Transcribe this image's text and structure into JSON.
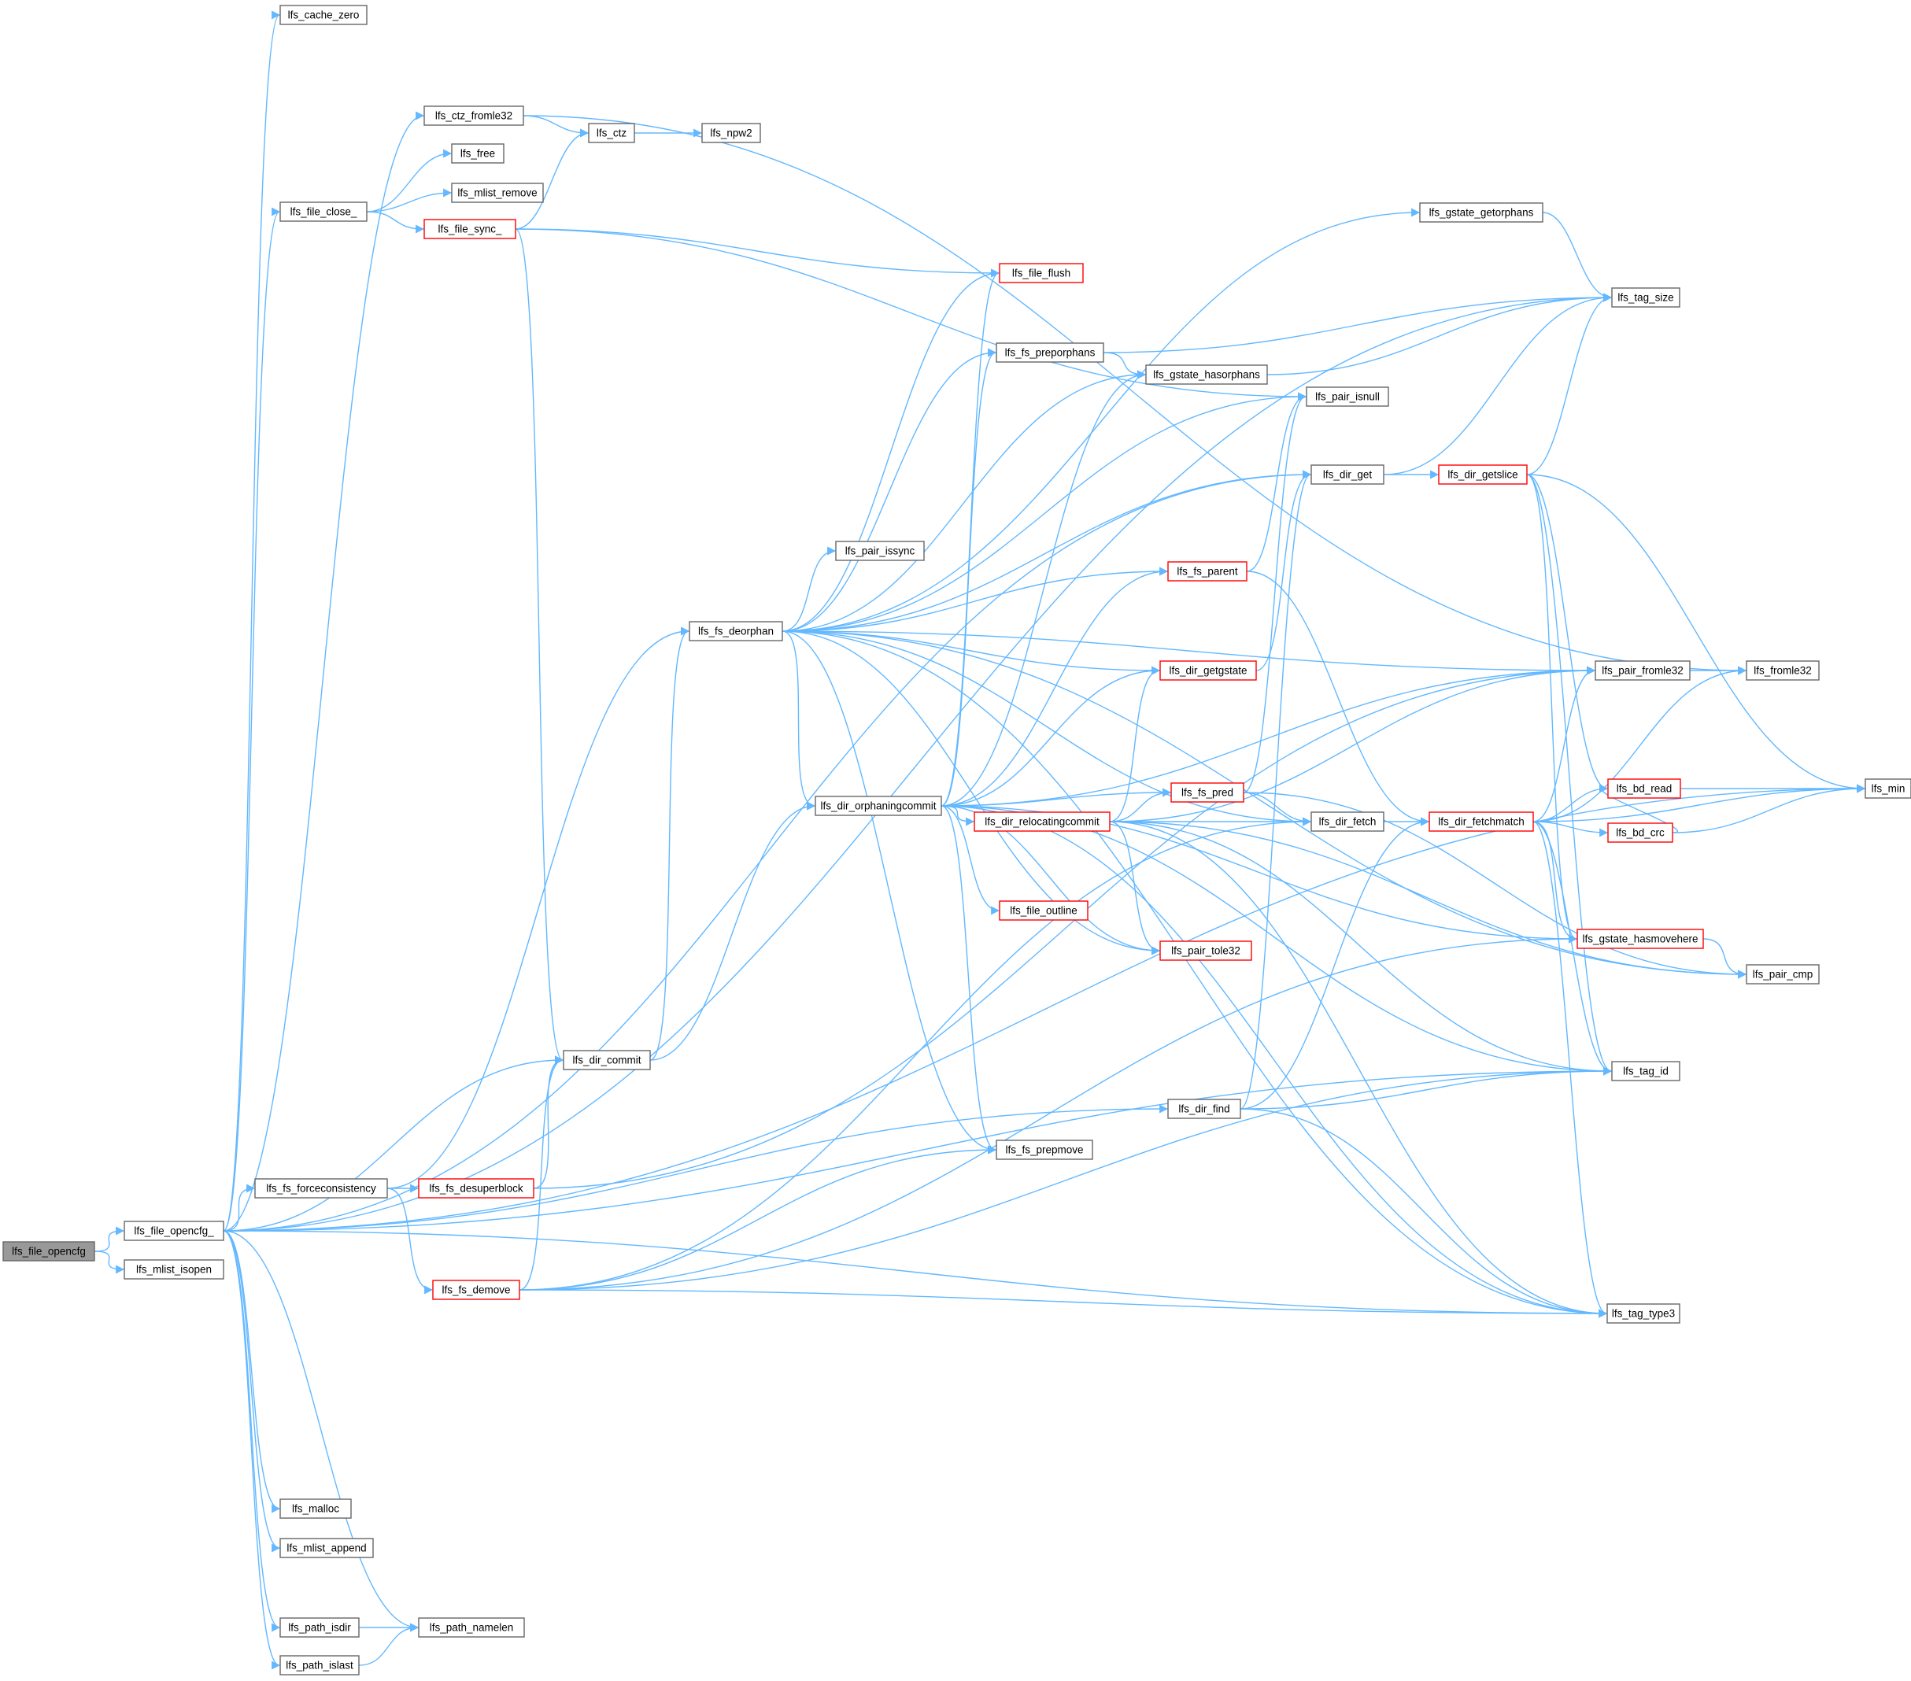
{
  "colors": {
    "edge": "#63b8ff",
    "normal_border": "#666666",
    "truncated_border": "#ff0000",
    "root_fill": "#999999",
    "node_fill": "#ffffff",
    "text": "#000000"
  },
  "nodes": [
    {
      "id": "n_opencfg",
      "label": "lfs_file_opencfg",
      "style": "root"
    },
    {
      "id": "n_opencfg_",
      "label": "lfs_file_opencfg_",
      "style": "normal"
    },
    {
      "id": "n_mlist_isopen",
      "label": "lfs_mlist_isopen",
      "style": "normal"
    },
    {
      "id": "n_cache_zero",
      "label": "lfs_cache_zero",
      "style": "normal"
    },
    {
      "id": "n_ctz_fromle32",
      "label": "lfs_ctz_fromle32",
      "style": "normal"
    },
    {
      "id": "n_ctz",
      "label": "lfs_ctz",
      "style": "normal"
    },
    {
      "id": "n_npw2",
      "label": "lfs_npw2",
      "style": "normal"
    },
    {
      "id": "n_free",
      "label": "lfs_free",
      "style": "normal"
    },
    {
      "id": "n_file_close_",
      "label": "lfs_file_close_",
      "style": "normal"
    },
    {
      "id": "n_mlist_remove",
      "label": "lfs_mlist_remove",
      "style": "normal"
    },
    {
      "id": "n_file_sync_",
      "label": "lfs_file_sync_",
      "style": "truncated"
    },
    {
      "id": "n_gstate_getorphans",
      "label": "lfs_gstate_getorphans",
      "style": "normal"
    },
    {
      "id": "n_file_flush",
      "label": "lfs_file_flush",
      "style": "truncated"
    },
    {
      "id": "n_tag_size",
      "label": "lfs_tag_size",
      "style": "normal"
    },
    {
      "id": "n_fs_preporphans",
      "label": "lfs_fs_preporphans",
      "style": "normal"
    },
    {
      "id": "n_gstate_hasorphans",
      "label": "lfs_gstate_hasorphans",
      "style": "normal"
    },
    {
      "id": "n_pair_isnull",
      "label": "lfs_pair_isnull",
      "style": "normal"
    },
    {
      "id": "n_dir_get",
      "label": "lfs_dir_get",
      "style": "normal"
    },
    {
      "id": "n_dir_getslice",
      "label": "lfs_dir_getslice",
      "style": "truncated"
    },
    {
      "id": "n_pair_issync",
      "label": "lfs_pair_issync",
      "style": "normal"
    },
    {
      "id": "n_fs_parent",
      "label": "lfs_fs_parent",
      "style": "truncated"
    },
    {
      "id": "n_fs_deorphan",
      "label": "lfs_fs_deorphan",
      "style": "normal"
    },
    {
      "id": "n_dir_getgstate",
      "label": "lfs_dir_getgstate",
      "style": "truncated"
    },
    {
      "id": "n_pair_fromle32",
      "label": "lfs_pair_fromle32",
      "style": "normal"
    },
    {
      "id": "n_fromle32",
      "label": "lfs_fromle32",
      "style": "normal"
    },
    {
      "id": "n_dir_orphaningcommit",
      "label": "lfs_dir_orphaningcommit",
      "style": "normal"
    },
    {
      "id": "n_fs_pred",
      "label": "lfs_fs_pred",
      "style": "truncated"
    },
    {
      "id": "n_dir_relocatingcommit",
      "label": "lfs_dir_relocatingcommit",
      "style": "truncated"
    },
    {
      "id": "n_dir_fetch",
      "label": "lfs_dir_fetch",
      "style": "normal"
    },
    {
      "id": "n_dir_fetchmatch",
      "label": "lfs_dir_fetchmatch",
      "style": "truncated"
    },
    {
      "id": "n_bd_read",
      "label": "lfs_bd_read",
      "style": "truncated"
    },
    {
      "id": "n_min",
      "label": "lfs_min",
      "style": "normal"
    },
    {
      "id": "n_bd_crc",
      "label": "lfs_bd_crc",
      "style": "truncated"
    },
    {
      "id": "n_file_outline",
      "label": "lfs_file_outline",
      "style": "truncated"
    },
    {
      "id": "n_gstate_hasmovehere",
      "label": "lfs_gstate_hasmovehere",
      "style": "truncated"
    },
    {
      "id": "n_pair_tole32",
      "label": "lfs_pair_tole32",
      "style": "truncated"
    },
    {
      "id": "n_pair_cmp",
      "label": "lfs_pair_cmp",
      "style": "normal"
    },
    {
      "id": "n_dir_commit",
      "label": "lfs_dir_commit",
      "style": "normal"
    },
    {
      "id": "n_tag_id",
      "label": "lfs_tag_id",
      "style": "normal"
    },
    {
      "id": "n_dir_find",
      "label": "lfs_dir_find",
      "style": "normal"
    },
    {
      "id": "n_fs_prepmove",
      "label": "lfs_fs_prepmove",
      "style": "normal"
    },
    {
      "id": "n_fs_forceconsistency",
      "label": "lfs_fs_forceconsistency",
      "style": "normal"
    },
    {
      "id": "n_fs_desuperblock",
      "label": "lfs_fs_desuperblock",
      "style": "truncated"
    },
    {
      "id": "n_fs_demove",
      "label": "lfs_fs_demove",
      "style": "truncated"
    },
    {
      "id": "n_tag_type3",
      "label": "lfs_tag_type3",
      "style": "normal"
    },
    {
      "id": "n_malloc",
      "label": "lfs_malloc",
      "style": "normal"
    },
    {
      "id": "n_mlist_append",
      "label": "lfs_mlist_append",
      "style": "normal"
    },
    {
      "id": "n_path_isdir",
      "label": "lfs_path_isdir",
      "style": "normal"
    },
    {
      "id": "n_path_namelen",
      "label": "lfs_path_namelen",
      "style": "normal"
    },
    {
      "id": "n_path_islast",
      "label": "lfs_path_islast",
      "style": "normal"
    }
  ],
  "edges": [
    [
      "n_opencfg",
      "n_opencfg_"
    ],
    [
      "n_opencfg",
      "n_mlist_isopen"
    ],
    [
      "n_opencfg_",
      "n_cache_zero"
    ],
    [
      "n_opencfg_",
      "n_ctz_fromle32"
    ],
    [
      "n_opencfg_",
      "n_tag_size"
    ],
    [
      "n_opencfg_",
      "n_file_close_"
    ],
    [
      "n_opencfg_",
      "n_dir_get"
    ],
    [
      "n_opencfg_",
      "n_dir_commit"
    ],
    [
      "n_opencfg_",
      "n_fs_forceconsistency"
    ],
    [
      "n_opencfg_",
      "n_tag_id"
    ],
    [
      "n_opencfg_",
      "n_tag_type3"
    ],
    [
      "n_opencfg_",
      "n_min"
    ],
    [
      "n_opencfg_",
      "n_malloc"
    ],
    [
      "n_opencfg_",
      "n_mlist_append"
    ],
    [
      "n_opencfg_",
      "n_path_isdir"
    ],
    [
      "n_opencfg_",
      "n_path_namelen"
    ],
    [
      "n_opencfg_",
      "n_path_islast"
    ],
    [
      "n_opencfg_",
      "n_dir_find"
    ],
    [
      "n_ctz_fromle32",
      "n_ctz"
    ],
    [
      "n_ctz_fromle32",
      "n_fromle32"
    ],
    [
      "n_ctz",
      "n_npw2"
    ],
    [
      "n_file_close_",
      "n_free"
    ],
    [
      "n_file_close_",
      "n_mlist_remove"
    ],
    [
      "n_file_close_",
      "n_file_sync_"
    ],
    [
      "n_file_sync_",
      "n_ctz"
    ],
    [
      "n_file_sync_",
      "n_file_flush"
    ],
    [
      "n_file_sync_",
      "n_pair_isnull"
    ],
    [
      "n_file_sync_",
      "n_dir_commit"
    ],
    [
      "n_gstate_getorphans",
      "n_tag_size"
    ],
    [
      "n_fs_preporphans",
      "n_tag_size"
    ],
    [
      "n_fs_preporphans",
      "n_gstate_hasorphans"
    ],
    [
      "n_gstate_hasorphans",
      "n_tag_size"
    ],
    [
      "n_dir_get",
      "n_tag_size"
    ],
    [
      "n_dir_get",
      "n_dir_getslice"
    ],
    [
      "n_dir_getslice",
      "n_tag_size"
    ],
    [
      "n_dir_getslice",
      "n_min"
    ],
    [
      "n_dir_getslice",
      "n_bd_read"
    ],
    [
      "n_dir_getslice",
      "n_gstate_hasmovehere"
    ],
    [
      "n_dir_getslice",
      "n_tag_id"
    ],
    [
      "n_fs_parent",
      "n_pair_isnull"
    ],
    [
      "n_fs_parent",
      "n_dir_fetchmatch"
    ],
    [
      "n_fs_deorphan",
      "n_gstate_getorphans"
    ],
    [
      "n_fs_deorphan",
      "n_file_flush"
    ],
    [
      "n_fs_deorphan",
      "n_fs_preporphans"
    ],
    [
      "n_fs_deorphan",
      "n_gstate_hasorphans"
    ],
    [
      "n_fs_deorphan",
      "n_pair_isnull"
    ],
    [
      "n_fs_deorphan",
      "n_dir_get"
    ],
    [
      "n_fs_deorphan",
      "n_pair_issync"
    ],
    [
      "n_fs_deorphan",
      "n_fs_parent"
    ],
    [
      "n_fs_deorphan",
      "n_dir_getgstate"
    ],
    [
      "n_fs_deorphan",
      "n_pair_fromle32"
    ],
    [
      "n_fs_deorphan",
      "n_dir_orphaningcommit"
    ],
    [
      "n_fs_deorphan",
      "n_dir_fetch"
    ],
    [
      "n_fs_deorphan",
      "n_pair_tole32"
    ],
    [
      "n_fs_deorphan",
      "n_fs_prepmove"
    ],
    [
      "n_fs_deorphan",
      "n_tag_type3"
    ],
    [
      "n_fs_deorphan",
      "n_pair_cmp"
    ],
    [
      "n_dir_getgstate",
      "n_dir_get"
    ],
    [
      "n_pair_fromle32",
      "n_fromle32"
    ],
    [
      "n_dir_orphaningcommit",
      "n_file_flush"
    ],
    [
      "n_dir_orphaningcommit",
      "n_fs_preporphans"
    ],
    [
      "n_dir_orphaningcommit",
      "n_gstate_hasorphans"
    ],
    [
      "n_dir_orphaningcommit",
      "n_fs_parent"
    ],
    [
      "n_dir_orphaningcommit",
      "n_dir_getgstate"
    ],
    [
      "n_dir_orphaningcommit",
      "n_pair_fromle32"
    ],
    [
      "n_dir_orphaningcommit",
      "n_fs_pred"
    ],
    [
      "n_dir_orphaningcommit",
      "n_dir_relocatingcommit"
    ],
    [
      "n_dir_orphaningcommit",
      "n_file_outline"
    ],
    [
      "n_dir_orphaningcommit",
      "n_pair_tole32"
    ],
    [
      "n_dir_orphaningcommit",
      "n_gstate_hasmovehere"
    ],
    [
      "n_dir_orphaningcommit",
      "n_fs_prepmove"
    ],
    [
      "n_dir_orphaningcommit",
      "n_tag_type3"
    ],
    [
      "n_dir_orphaningcommit",
      "n_tag_id"
    ],
    [
      "n_fs_pred",
      "n_pair_isnull"
    ],
    [
      "n_fs_pred",
      "n_dir_fetch"
    ],
    [
      "n_fs_pred",
      "n_pair_cmp"
    ],
    [
      "n_dir_relocatingcommit",
      "n_dir_getgstate"
    ],
    [
      "n_dir_relocatingcommit",
      "n_pair_fromle32"
    ],
    [
      "n_dir_relocatingcommit",
      "n_fs_pred"
    ],
    [
      "n_dir_relocatingcommit",
      "n_dir_fetch"
    ],
    [
      "n_dir_relocatingcommit",
      "n_pair_tole32"
    ],
    [
      "n_dir_relocatingcommit",
      "n_pair_cmp"
    ],
    [
      "n_dir_relocatingcommit",
      "n_tag_id"
    ],
    [
      "n_dir_relocatingcommit",
      "n_tag_type3"
    ],
    [
      "n_dir_fetch",
      "n_dir_fetchmatch"
    ],
    [
      "n_dir_fetchmatch",
      "n_pair_fromle32"
    ],
    [
      "n_dir_fetchmatch",
      "n_fromle32"
    ],
    [
      "n_dir_fetchmatch",
      "n_min"
    ],
    [
      "n_dir_fetchmatch",
      "n_bd_read"
    ],
    [
      "n_dir_fetchmatch",
      "n_bd_crc"
    ],
    [
      "n_dir_fetchmatch",
      "n_gstate_hasmovehere"
    ],
    [
      "n_dir_fetchmatch",
      "n_tag_id"
    ],
    [
      "n_dir_fetchmatch",
      "n_tag_type3"
    ],
    [
      "n_bd_read",
      "n_min"
    ],
    [
      "n_bd_crc",
      "n_bd_read"
    ],
    [
      "n_bd_crc",
      "n_min"
    ],
    [
      "n_gstate_hasmovehere",
      "n_pair_cmp"
    ],
    [
      "n_dir_commit",
      "n_fs_deorphan"
    ],
    [
      "n_dir_commit",
      "n_dir_orphaningcommit"
    ],
    [
      "n_dir_find",
      "n_dir_get"
    ],
    [
      "n_dir_find",
      "n_dir_fetchmatch"
    ],
    [
      "n_dir_find",
      "n_tag_id"
    ],
    [
      "n_dir_find",
      "n_tag_type3"
    ],
    [
      "n_fs_forceconsistency",
      "n_fs_deorphan"
    ],
    [
      "n_fs_forceconsistency",
      "n_fs_desuperblock"
    ],
    [
      "n_fs_forceconsistency",
      "n_fs_demove"
    ],
    [
      "n_fs_desuperblock",
      "n_dir_commit"
    ],
    [
      "n_fs_desuperblock",
      "n_pair_fromle32"
    ],
    [
      "n_fs_demove",
      "n_dir_commit"
    ],
    [
      "n_fs_demove",
      "n_fs_prepmove"
    ],
    [
      "n_fs_demove",
      "n_dir_fetch"
    ],
    [
      "n_fs_demove",
      "n_gstate_hasmovehere"
    ],
    [
      "n_fs_demove",
      "n_tag_id"
    ],
    [
      "n_fs_demove",
      "n_tag_type3"
    ],
    [
      "n_path_isdir",
      "n_path_namelen"
    ],
    [
      "n_path_islast",
      "n_path_namelen"
    ]
  ]
}
